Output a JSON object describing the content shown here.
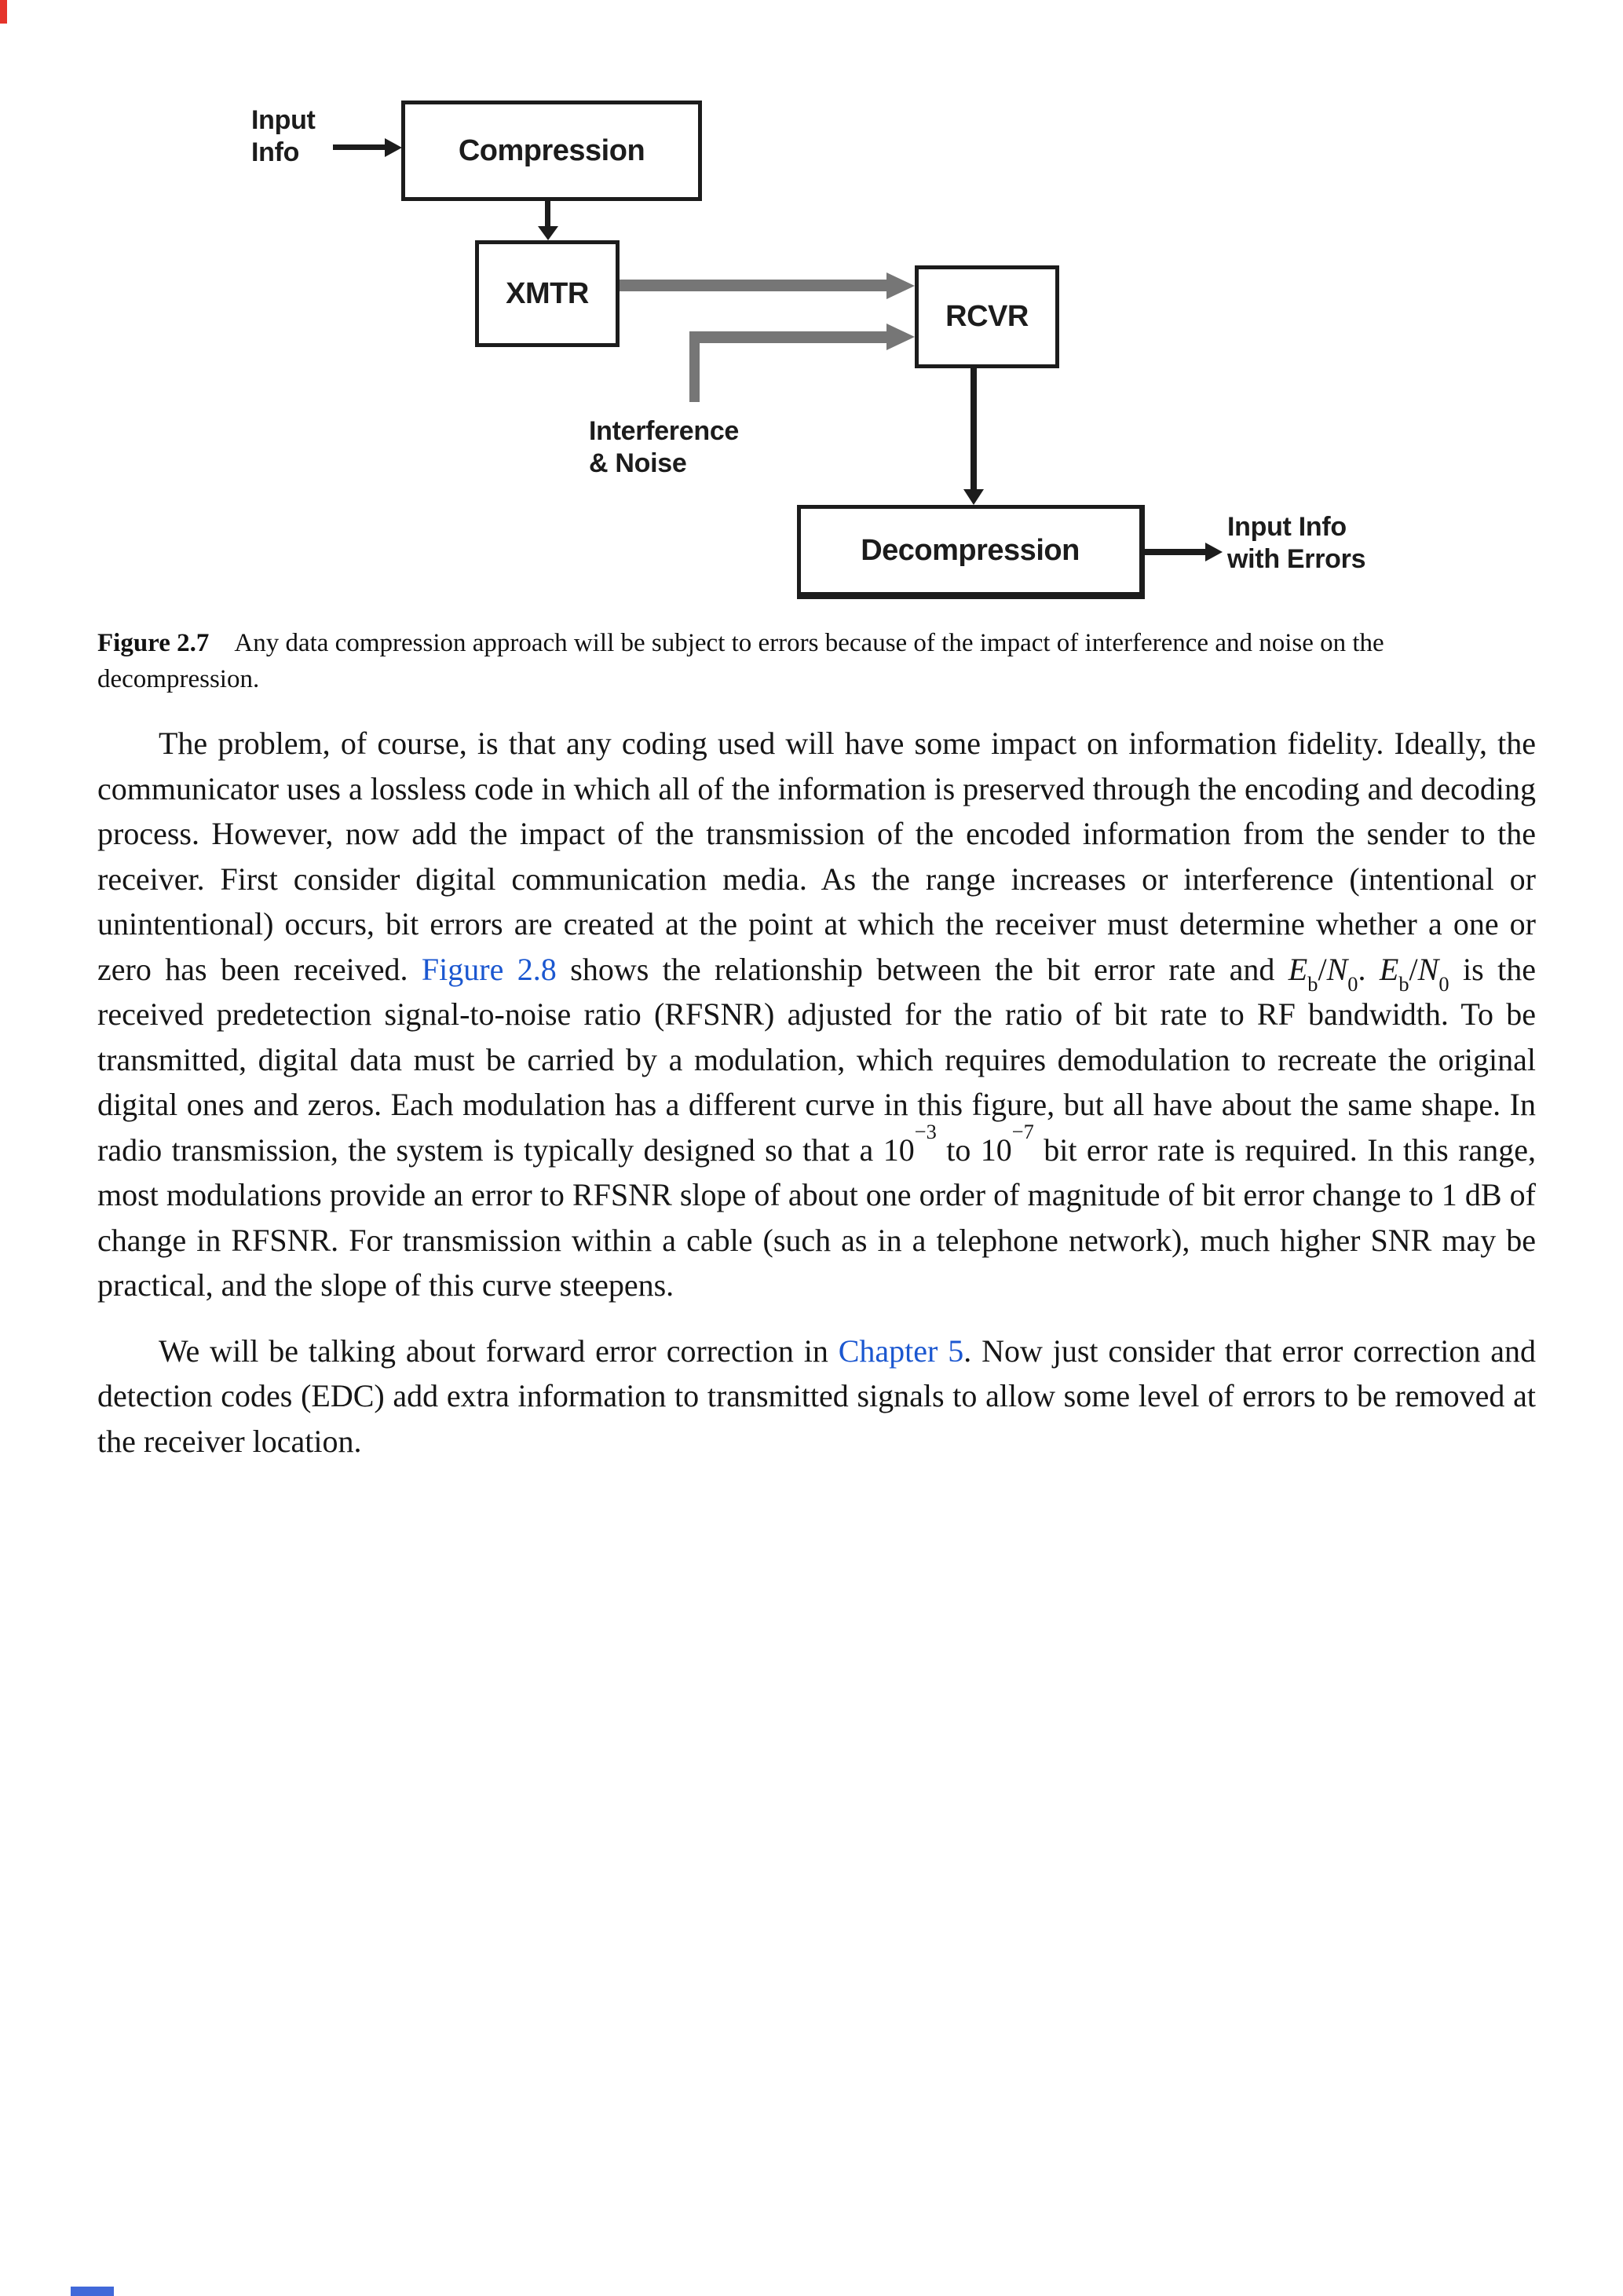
{
  "colors": {
    "link": "#1b57d0",
    "gray_arrow": "#767676",
    "ink": "#1c1c1c",
    "edge_marker_red": "#e5342b",
    "edge_marker_blue": "#4169d9"
  },
  "diagram": {
    "input_label": {
      "line1": "Input",
      "line2": "Info"
    },
    "boxes": {
      "compression": "Compression",
      "xmtr": "XMTR",
      "rcvr": "RCVR",
      "decompression": "Decompression"
    },
    "interference_label": {
      "line1": "Interference",
      "line2": "& Noise"
    },
    "output_label": {
      "line1": "Input Info",
      "line2": "with Errors"
    }
  },
  "caption": {
    "label": "Figure 2.7",
    "text": "Any data compression approach will be subject to errors because of the impact of interference and noise on the decompression."
  },
  "paragraphs": [
    {
      "segments": [
        {
          "t": "text",
          "text": "The problem, of course, is that any coding used will have some impact on information fidelity. Ideally, the communicator uses a lossless code in which all of the information is preserved through the encoding and decoding process. However, now add the impact of the transmission of the encoded information from the sender to the receiver. First consider digital communication media. As the range increases or interference (intentional or unintentional) occurs, bit errors are created at the point at which the receiver must determine whether a one or zero has been received. "
        },
        {
          "t": "link",
          "text": "Figure 2.8",
          "name": "figure-2-8-link"
        },
        {
          "t": "text",
          "text": " shows the relationship between the bit error rate and "
        },
        {
          "t": "i",
          "text": "E"
        },
        {
          "t": "sub",
          "text": "b"
        },
        {
          "t": "text",
          "text": "/"
        },
        {
          "t": "i",
          "text": "N"
        },
        {
          "t": "sub",
          "text": "0"
        },
        {
          "t": "text",
          "text": ". "
        },
        {
          "t": "i",
          "text": "E"
        },
        {
          "t": "sub",
          "text": "b"
        },
        {
          "t": "text",
          "text": "/"
        },
        {
          "t": "i",
          "text": "N"
        },
        {
          "t": "sub",
          "text": "0"
        },
        {
          "t": "text",
          "text": " is the received predetection signal-to-noise ratio (RFSNR) adjusted for the ratio of bit rate to RF bandwidth. To be transmitted, digital data must be carried by a modulation, which requires demodulation to recreate the original digital ones and zeros. Each modulation has a different curve in this figure, but all have about the same shape. In radio transmission, the system is typically designed so that a 10"
        },
        {
          "t": "sup",
          "text": "−3"
        },
        {
          "t": "text",
          "text": " to 10"
        },
        {
          "t": "sup",
          "text": "−7"
        },
        {
          "t": "text",
          "text": " bit error rate is required. In this range, most modulations provide an error to RFSNR slope of about one order of magnitude of bit error change to 1 dB of change in RFSNR. For transmission within a cable (such as in a telephone network), much higher SNR may be practical, and the slope of this curve steepens."
        }
      ]
    },
    {
      "segments": [
        {
          "t": "text",
          "text": "We will be talking about forward error correction in "
        },
        {
          "t": "link",
          "text": "Chapter 5",
          "name": "chapter-5-link"
        },
        {
          "t": "text",
          "text": ". Now just consider that error correction and detection codes (EDC) add extra information to transmitted signals to allow some level of errors to be removed at the receiver location."
        }
      ]
    }
  ]
}
